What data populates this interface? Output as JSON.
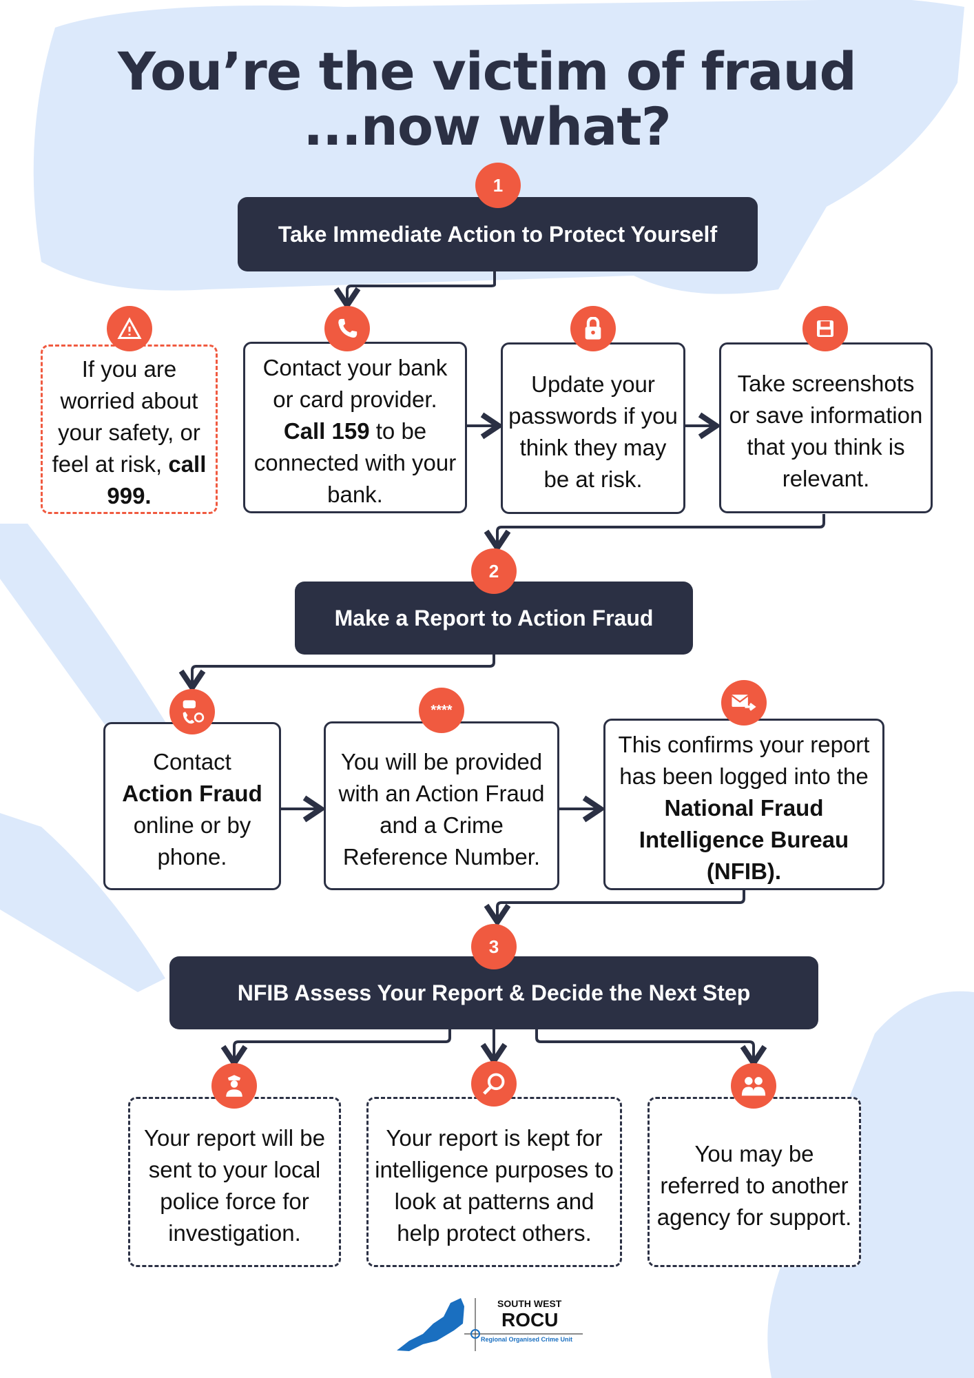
{
  "title": {
    "line1": "You’re the victim of fraud",
    "line2": "...now what?"
  },
  "colors": {
    "accent": "#f05a40",
    "dark": "#2b3044",
    "background_blob": "#dce9fb"
  },
  "steps": [
    {
      "number": "1",
      "title": "Take Immediate Action to Protect Yourself"
    },
    {
      "number": "2",
      "title": "Make a Report to Action Fraud"
    },
    {
      "number": "3",
      "title": "NFIB Assess Your Report & Decide the Next Step"
    }
  ],
  "step1_items": [
    {
      "icon": "warning-icon",
      "pre": "If you are worried about your safety, or feel at risk,",
      "bold": "call 999."
    },
    {
      "icon": "phone-icon",
      "pre": "Contact your bank or card provider.",
      "bold": "Call 159",
      "post": "to be connected with your bank."
    },
    {
      "icon": "lock-icon",
      "pre": "Update your passwords if you think they may be at risk."
    },
    {
      "icon": "save-icon",
      "pre": "Take screenshots or save information that you think is relevant."
    }
  ],
  "step2_items": [
    {
      "icon": "contact-icon",
      "pre": "Contact",
      "bold": "Action Fraud",
      "post": "online or by phone."
    },
    {
      "icon": "password-icon",
      "icon_text": "****",
      "pre": "You will be provided with an Action Fraud and a Crime Reference Number."
    },
    {
      "icon": "email-forward-icon",
      "pre": "This confirms your report has been logged into the",
      "bold": "National Fraud Intelligence Bureau (NFIB)."
    }
  ],
  "step3_items": [
    {
      "icon": "police-icon",
      "pre": "Your report will be sent to your local police force for investigation."
    },
    {
      "icon": "search-icon",
      "pre": "Your report is kept for intelligence purposes to look at patterns and help protect others."
    },
    {
      "icon": "referral-icon",
      "pre": "You may be referred to another agency for support."
    }
  ],
  "logo": {
    "line1": "SOUTH WEST",
    "line2": "ROCU",
    "line3": "Regional Organised Crime Unit"
  }
}
